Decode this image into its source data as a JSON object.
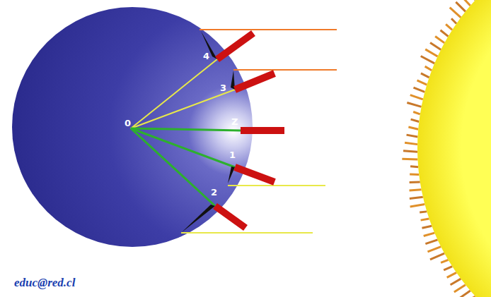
{
  "diagram": {
    "labels": [
      "4",
      "3",
      "0",
      "Z",
      "1",
      "2",
      "educ@red.cl"
    ]
  }
}
